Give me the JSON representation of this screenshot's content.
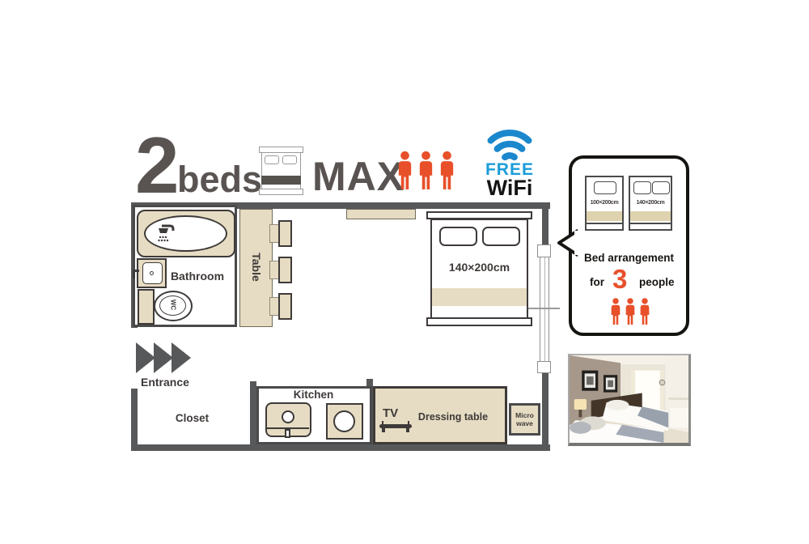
{
  "title": {
    "count": "2",
    "label": "beds",
    "max": "MAX"
  },
  "wifi": {
    "line1": "FREE",
    "line2": "WiFi"
  },
  "plan": {
    "bathroom": "Bathroom",
    "wc": "WC",
    "table": "Table",
    "bed_size": "140×200cm",
    "entrance": "Entrance",
    "closet": "Closet",
    "kitchen": "Kitchen",
    "tv": "TV",
    "dressing": "Dressing table",
    "micro1": "Micro",
    "micro2": "wave"
  },
  "callout": {
    "bed_small": "100×200cm",
    "bed_large": "140×200cm",
    "title": "Bed arrangement",
    "for_label": "for",
    "count": "3",
    "people": "people"
  },
  "colors": {
    "accent_red": "#e8502a",
    "wifi_blue": "#1b87cd",
    "furniture_beige": "#e6dcc3",
    "wall_gray": "#57585a",
    "title_gray": "#595452"
  }
}
